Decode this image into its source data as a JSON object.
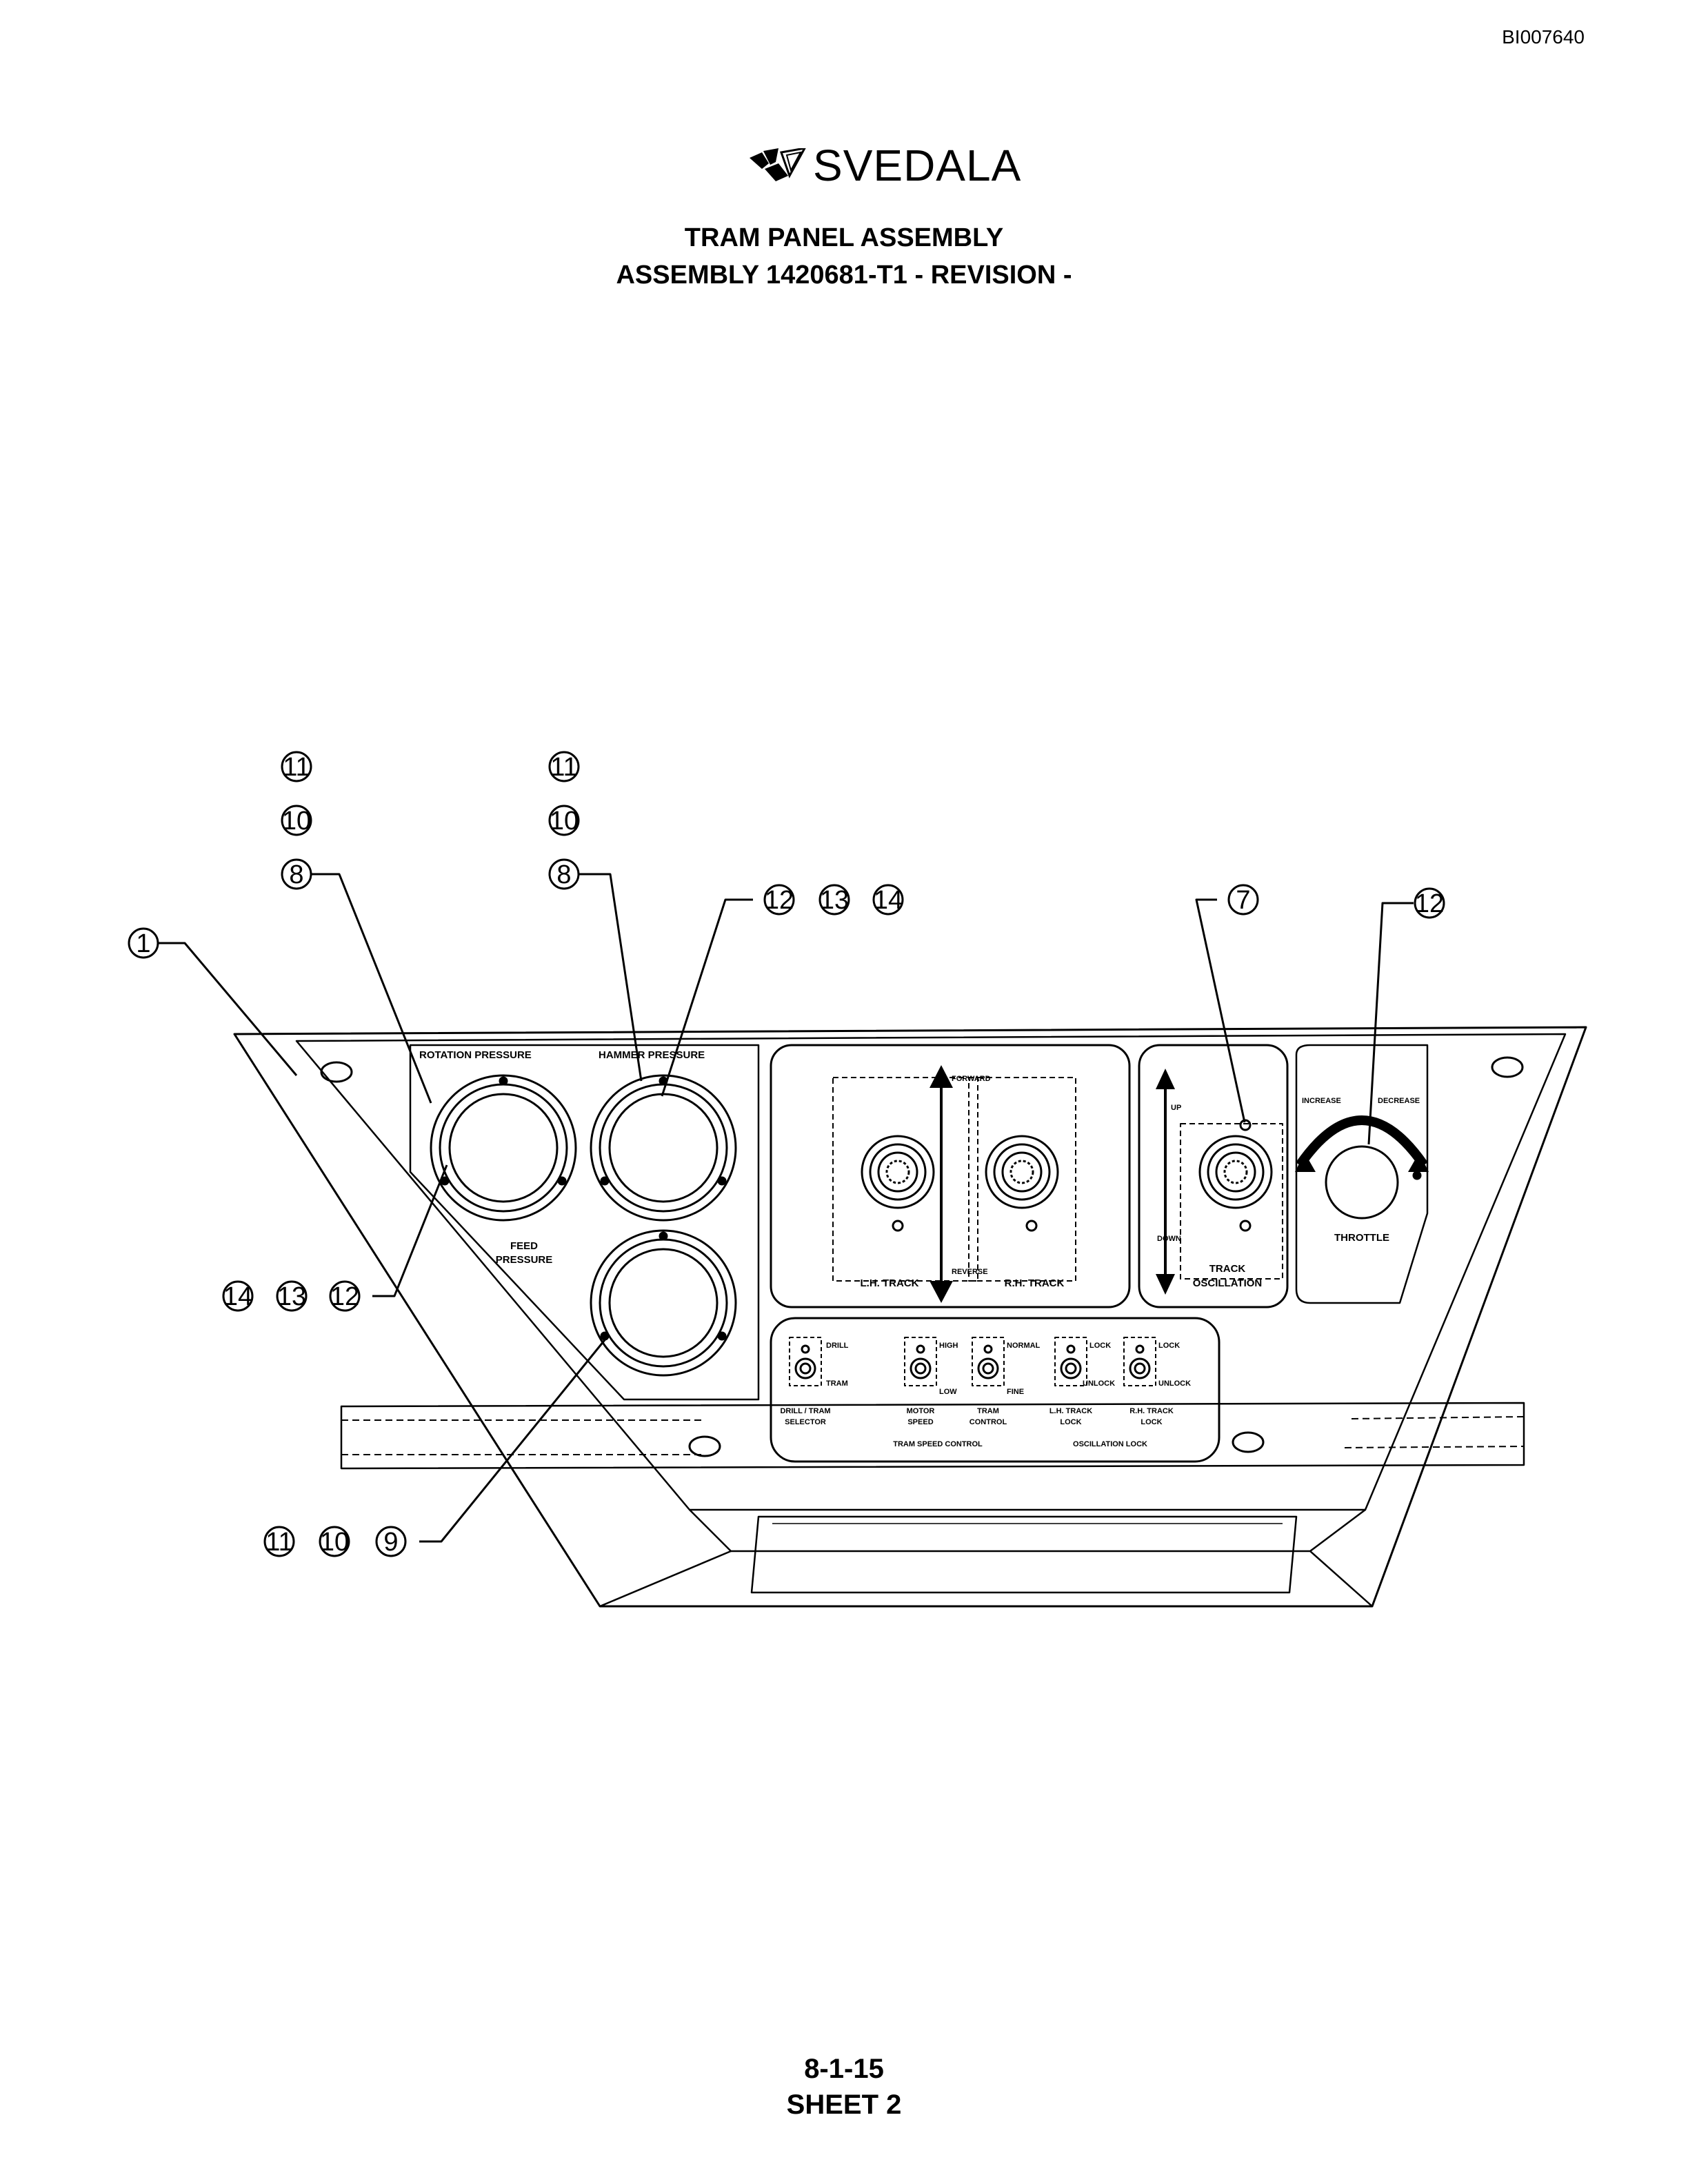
{
  "document_id": "BI007640",
  "logo": {
    "text": "SVEDALA",
    "icon": "svedala-logo-icon"
  },
  "title": {
    "line1": "TRAM PANEL ASSEMBLY",
    "line2": "ASSEMBLY 1420681-T1 - REVISION -"
  },
  "panel_labels": {
    "rotation_pressure": "ROTATION PRESSURE",
    "hammer_pressure": "HAMMER PRESSURE",
    "feed_pressure_1": "FEED",
    "feed_pressure_2": "PRESSURE",
    "forward": "FORWARD",
    "reverse": "REVERSE",
    "lh_track": "L.H. TRACK",
    "rh_track": "R.H. TRACK",
    "up": "UP",
    "down": "DOWN",
    "track_oscillation_1": "TRACK",
    "track_oscillation_2": "OSCILLATION",
    "increase": "INCREASE",
    "decrease": "DECREASE",
    "throttle": "THROTTLE",
    "drill": "DRILL",
    "tram": "TRAM",
    "drill_tram_selector_1": "DRILL / TRAM",
    "drill_tram_selector_2": "SELECTOR",
    "high": "HIGH",
    "low": "LOW",
    "motor_speed_1": "MOTOR",
    "motor_speed_2": "SPEED",
    "normal": "NORMAL",
    "fine": "FINE",
    "tram_control_1": "TRAM",
    "tram_control_2": "CONTROL",
    "lock_1": "LOCK",
    "unlock_1": "UNLOCK",
    "lh_track_lock_1": "L.H. TRACK",
    "lh_track_lock_2": "LOCK",
    "lock_2": "LOCK",
    "unlock_2": "UNLOCK",
    "rh_track_lock_1": "R.H. TRACK",
    "rh_track_lock_2": "LOCK",
    "tram_speed_control": "TRAM SPEED CONTROL",
    "oscillation_lock": "OSCILLATION LOCK"
  },
  "callouts": {
    "c1": "1",
    "left_stack": [
      "11",
      "10",
      "8"
    ],
    "mid_stack": [
      "11",
      "10",
      "8"
    ],
    "upper_group": [
      "12",
      "13",
      "14"
    ],
    "c7": "7",
    "c12_throttle": "12",
    "lower_left_group": [
      "14",
      "13",
      "12"
    ],
    "bottom_group": [
      "11",
      "10",
      "9"
    ]
  },
  "footer": {
    "page": "8-1-15",
    "sheet": "SHEET 2"
  }
}
